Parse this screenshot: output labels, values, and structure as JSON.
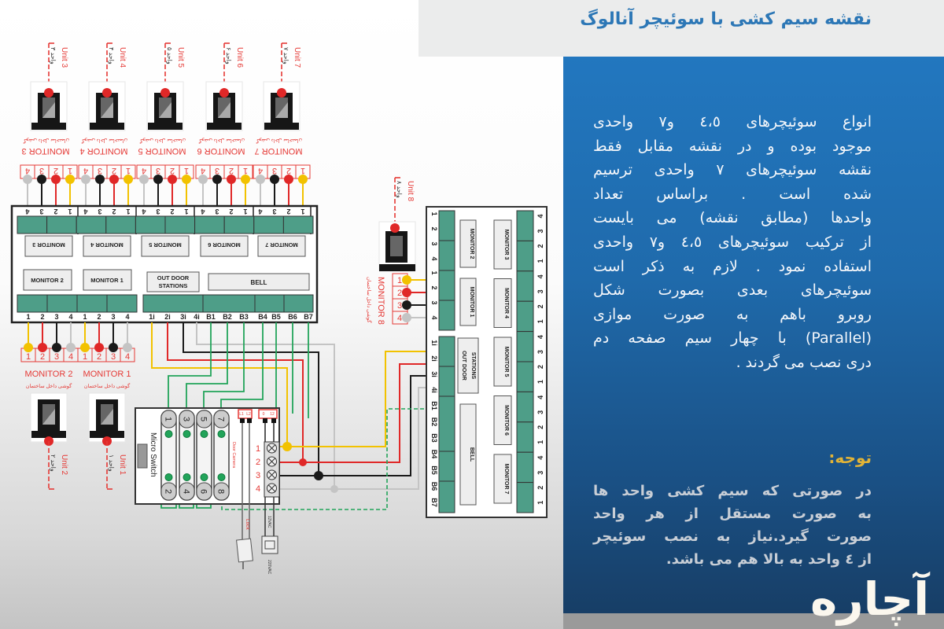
{
  "header": {
    "title": "نقشه سیم کشی با سوئیچر آنالوگ"
  },
  "panel": {
    "lines": [
      "انواع سوئیچرهای ٤،٥ و٧ واحدی",
      "موجود بوده و در نقشه مقابل فقط",
      "نقشه سوئیچرهای ٧ واحدی ترسیم",
      "شده است .  براساس تعداد",
      "واحدها  (مطابق نقشه) می بایست",
      "از ترکیب سوئیچرهای ٤،٥ و٧ واحدی",
      "استفاده نمود . لازم به ذکر است",
      "سوئیچرهای بعدی بصورت شکل",
      "روبرو باهم به صورت موازی",
      "(Parallel)  با چهار سیم صفحه دم",
      "دری نصب می گردند ."
    ],
    "note_title": "توجه:",
    "note_lines": [
      "در صورتی که سیم کشی واحد ها",
      "به صورت مستقل از هر واحد",
      "صورت گیرد.نیاز به نصب سوئیچر",
      "از ٤ واحد به بالا هم می باشد."
    ]
  },
  "logo": "آچاره",
  "diagram": {
    "handset_label": "گوشی داخل ساختمان",
    "terminal_numbers": [
      "1",
      "2",
      "3",
      "4"
    ],
    "top_units": [
      {
        "unit": "Unit 3",
        "unit_fa": "واحد ۳",
        "monitor": "MONITOR 3"
      },
      {
        "unit": "Unit 4",
        "unit_fa": "واحد ۴",
        "monitor": "MONITOR 4"
      },
      {
        "unit": "Unit 5",
        "unit_fa": "واحد ۵",
        "monitor": "MONITOR 5"
      },
      {
        "unit": "Unit 6",
        "unit_fa": "واحد ۶",
        "monitor": "MONITOR 6"
      },
      {
        "unit": "Unit 7",
        "unit_fa": "واحد ۷",
        "monitor": "MONITOR 7"
      }
    ],
    "bottom_units": [
      {
        "unit": "Unit 2",
        "unit_fa": "واحد ۲",
        "monitor": "MONITOR 2"
      },
      {
        "unit": "Unit 1",
        "unit_fa": "واحد ۱",
        "monitor": "MONITOR 1"
      }
    ],
    "unit8": {
      "unit": "Unit 8",
      "unit_fa": "واحد ۸",
      "monitor": "MONITOR 8"
    },
    "switcher": {
      "monitor_labels": [
        "MONITOR 3",
        "MONITOR 4",
        "MONITOR 5",
        "MONITOR 6",
        "MONITOR 7"
      ],
      "monitor2": "MONITOR 2",
      "monitor1": "MONITOR 1",
      "outdoor": [
        "OUT DOOR",
        "STATIONS"
      ],
      "bell": "BELL",
      "input_labels": [
        "1i",
        "2i",
        "3i",
        "4i"
      ],
      "bell_labels": [
        "B1",
        "B2",
        "B3",
        "B4",
        "B5",
        "B6",
        "B7"
      ]
    },
    "micro_switch": {
      "label": "Micro Switch",
      "top_pins": [
        "1",
        "3",
        "5",
        "7"
      ],
      "bottom_pins": [
        "2",
        "4",
        "6",
        "8"
      ],
      "door_camera": "Door Camera",
      "terminal_labels": [
        "1",
        "2",
        "3",
        "4"
      ],
      "lock_pins": [
        "L1",
        "L2"
      ],
      "power_pins": [
        "0",
        "12"
      ],
      "lock": "Lock",
      "power_12": "12VAC",
      "power_220": "220VAC"
    },
    "colors": {
      "yellow": "#f2c200",
      "red": "#e02828",
      "black": "#1a1a1a",
      "gray": "#c4c4c4",
      "green": "#22a45a",
      "terminal_green": "#4e9e88",
      "label_red": "#e53935"
    }
  }
}
